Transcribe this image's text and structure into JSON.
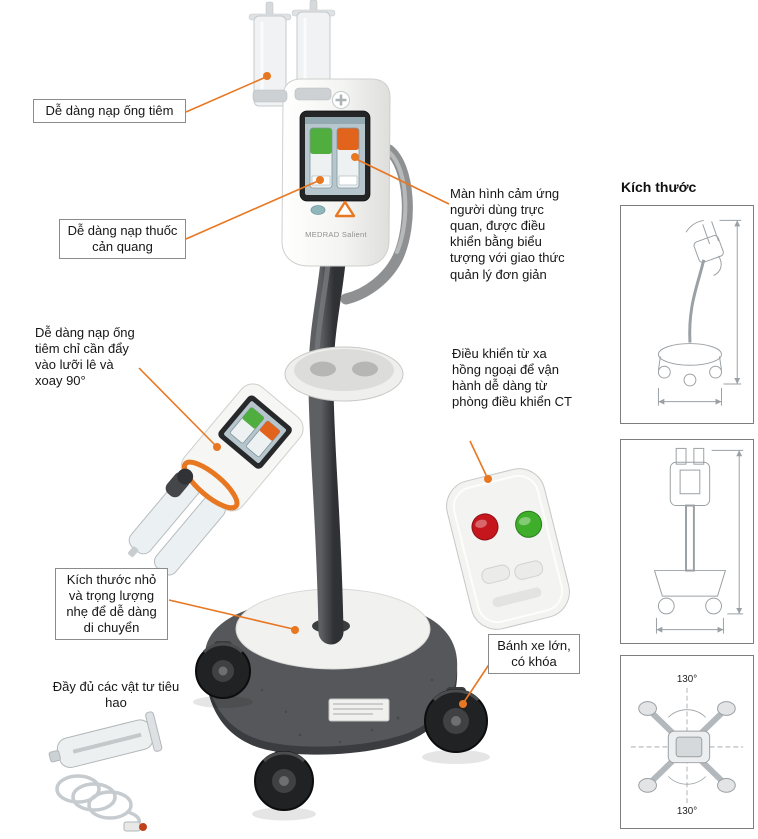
{
  "page": {
    "background_color": "#FFFFFF",
    "accent_color": "#E87722"
  },
  "device": {
    "brand_line": "MEDRAD Salient"
  },
  "callouts": {
    "load_syringe": "Dễ dàng nạp ống tiêm",
    "load_contrast": "Dễ dàng nạp thuốc cản quang",
    "touchscreen": "Màn hình cảm ứng người dùng trực quan, được điều khiển bằng biểu tượng với giao thức quản lý đơn giản",
    "bayonet": "Dễ dàng nạp ống tiêm chỉ cần đẩy vào lưỡi lê và xoay 90°",
    "remote": "Điều khiển từ xa hồng ngoại để vận hành dễ dàng từ phòng điều khiển CT",
    "compact": "Kích thước nhỏ và trọng lượng nhẹ để dễ dàng di chuyển",
    "wheels": "Bánh xe lớn, có khóa",
    "consumables": "Đầy đủ các vật tư tiêu hao"
  },
  "dimensions_section": {
    "title": "Kích thước",
    "top_view_angle_top": "130°",
    "top_view_angle_bottom": "130°"
  }
}
